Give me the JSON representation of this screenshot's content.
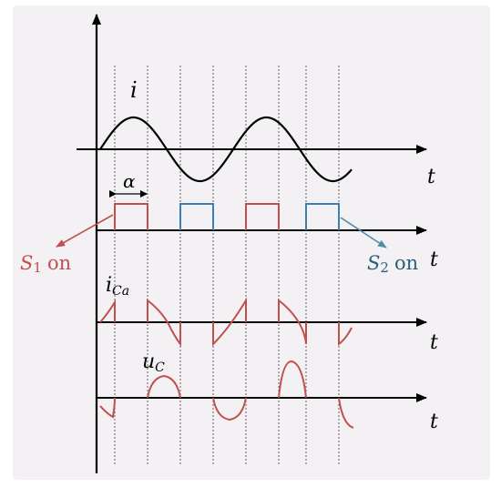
{
  "colors": {
    "background": "#f3f1f4",
    "axis": "#000000",
    "current": "#000000",
    "s1": "#c0504d",
    "s2": "#3c7fb0",
    "arrow_s2": "#4f8fa3",
    "waveform": "#c0504d",
    "guide": "#555555"
  },
  "labels": {
    "i": "i",
    "t1": "t",
    "t2": "t",
    "t3": "t",
    "t4": "t",
    "alpha": "α",
    "s1_main": "S",
    "s1_sub": "1",
    "s1_on": "on",
    "s2_main": "S",
    "s2_sub": "2",
    "s2_on": "on",
    "ica_main": "i",
    "ica_sub": "Ca",
    "uc_main": "u",
    "uc_sub": "C"
  }
}
